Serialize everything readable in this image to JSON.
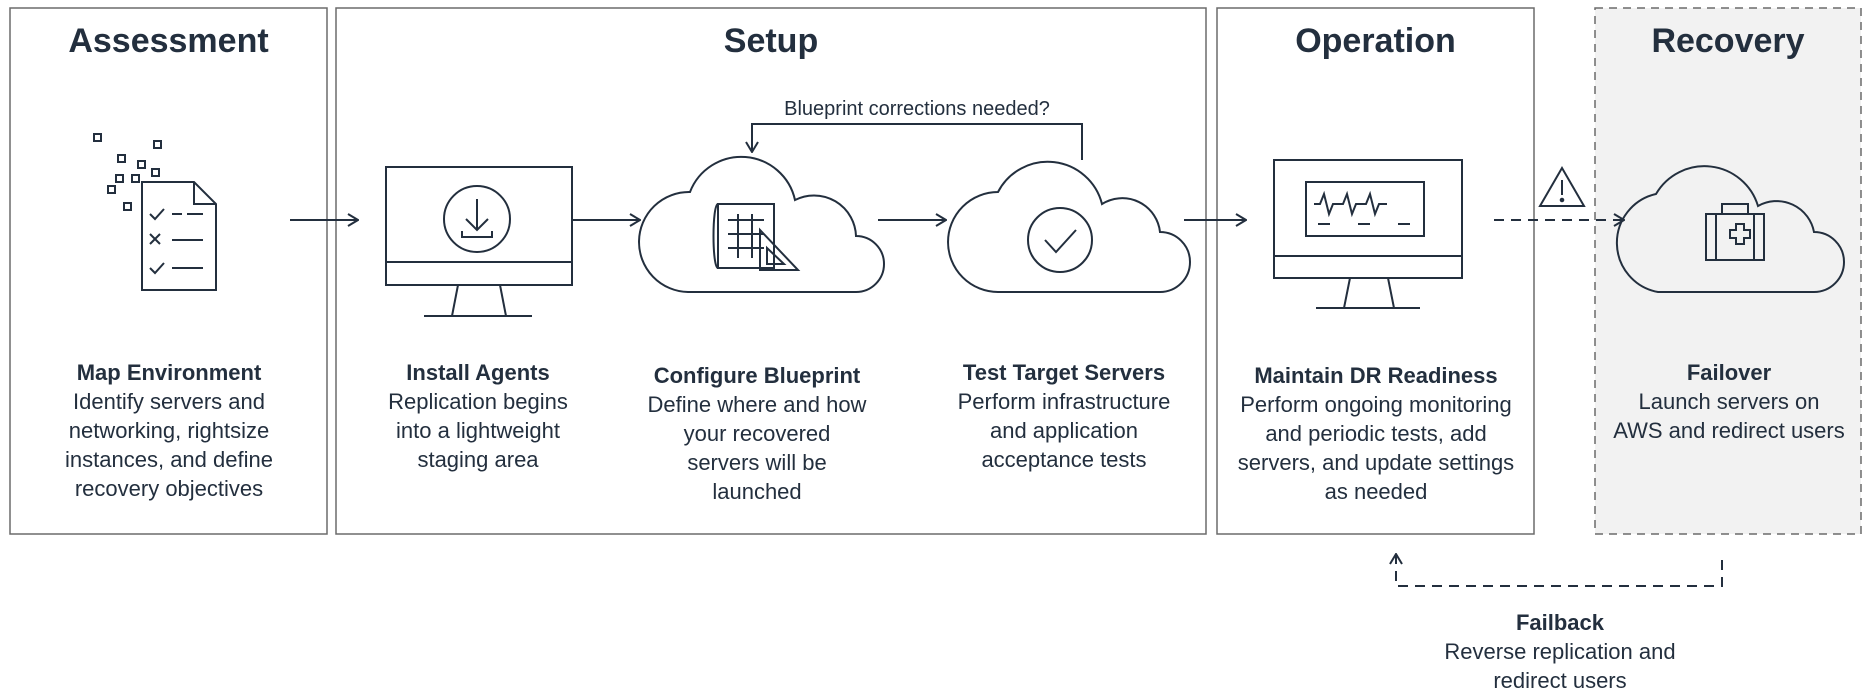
{
  "stages": [
    {
      "name": "Assessment"
    },
    {
      "name": "Setup"
    },
    {
      "name": "Operation"
    },
    {
      "name": "Recovery"
    }
  ],
  "steps": [
    {
      "title": "Map Environment",
      "desc": "Identify servers and networking, rightsize instances, and define recovery objectives",
      "icon": "checklist-icon"
    },
    {
      "title": "Install Agents",
      "desc": "Replication begins into a lightweight staging area",
      "icon": "monitor-download-icon"
    },
    {
      "title": "Configure Blueprint",
      "desc": "Define where and how your recovered servers will be launched",
      "icon": "cloud-blueprint-icon"
    },
    {
      "title": "Test Target Servers",
      "desc": "Perform infrastructure and application acceptance tests",
      "icon": "cloud-check-icon"
    },
    {
      "title": "Maintain DR Readiness",
      "desc": "Perform ongoing monitoring and periodic tests, add servers, and update settings as needed",
      "icon": "monitor-pulse-icon"
    },
    {
      "title": "Failover",
      "desc": "Launch servers on AWS and redirect users",
      "icon": "cloud-firstaid-icon"
    }
  ],
  "loop_label": "Blueprint corrections needed?",
  "failback": {
    "title": "Failback",
    "desc": "Reverse replication and redirect users"
  },
  "colors": {
    "ink": "#232f3e",
    "recovery_bg": "#f2f2f2",
    "border": "#6b6b6b"
  }
}
